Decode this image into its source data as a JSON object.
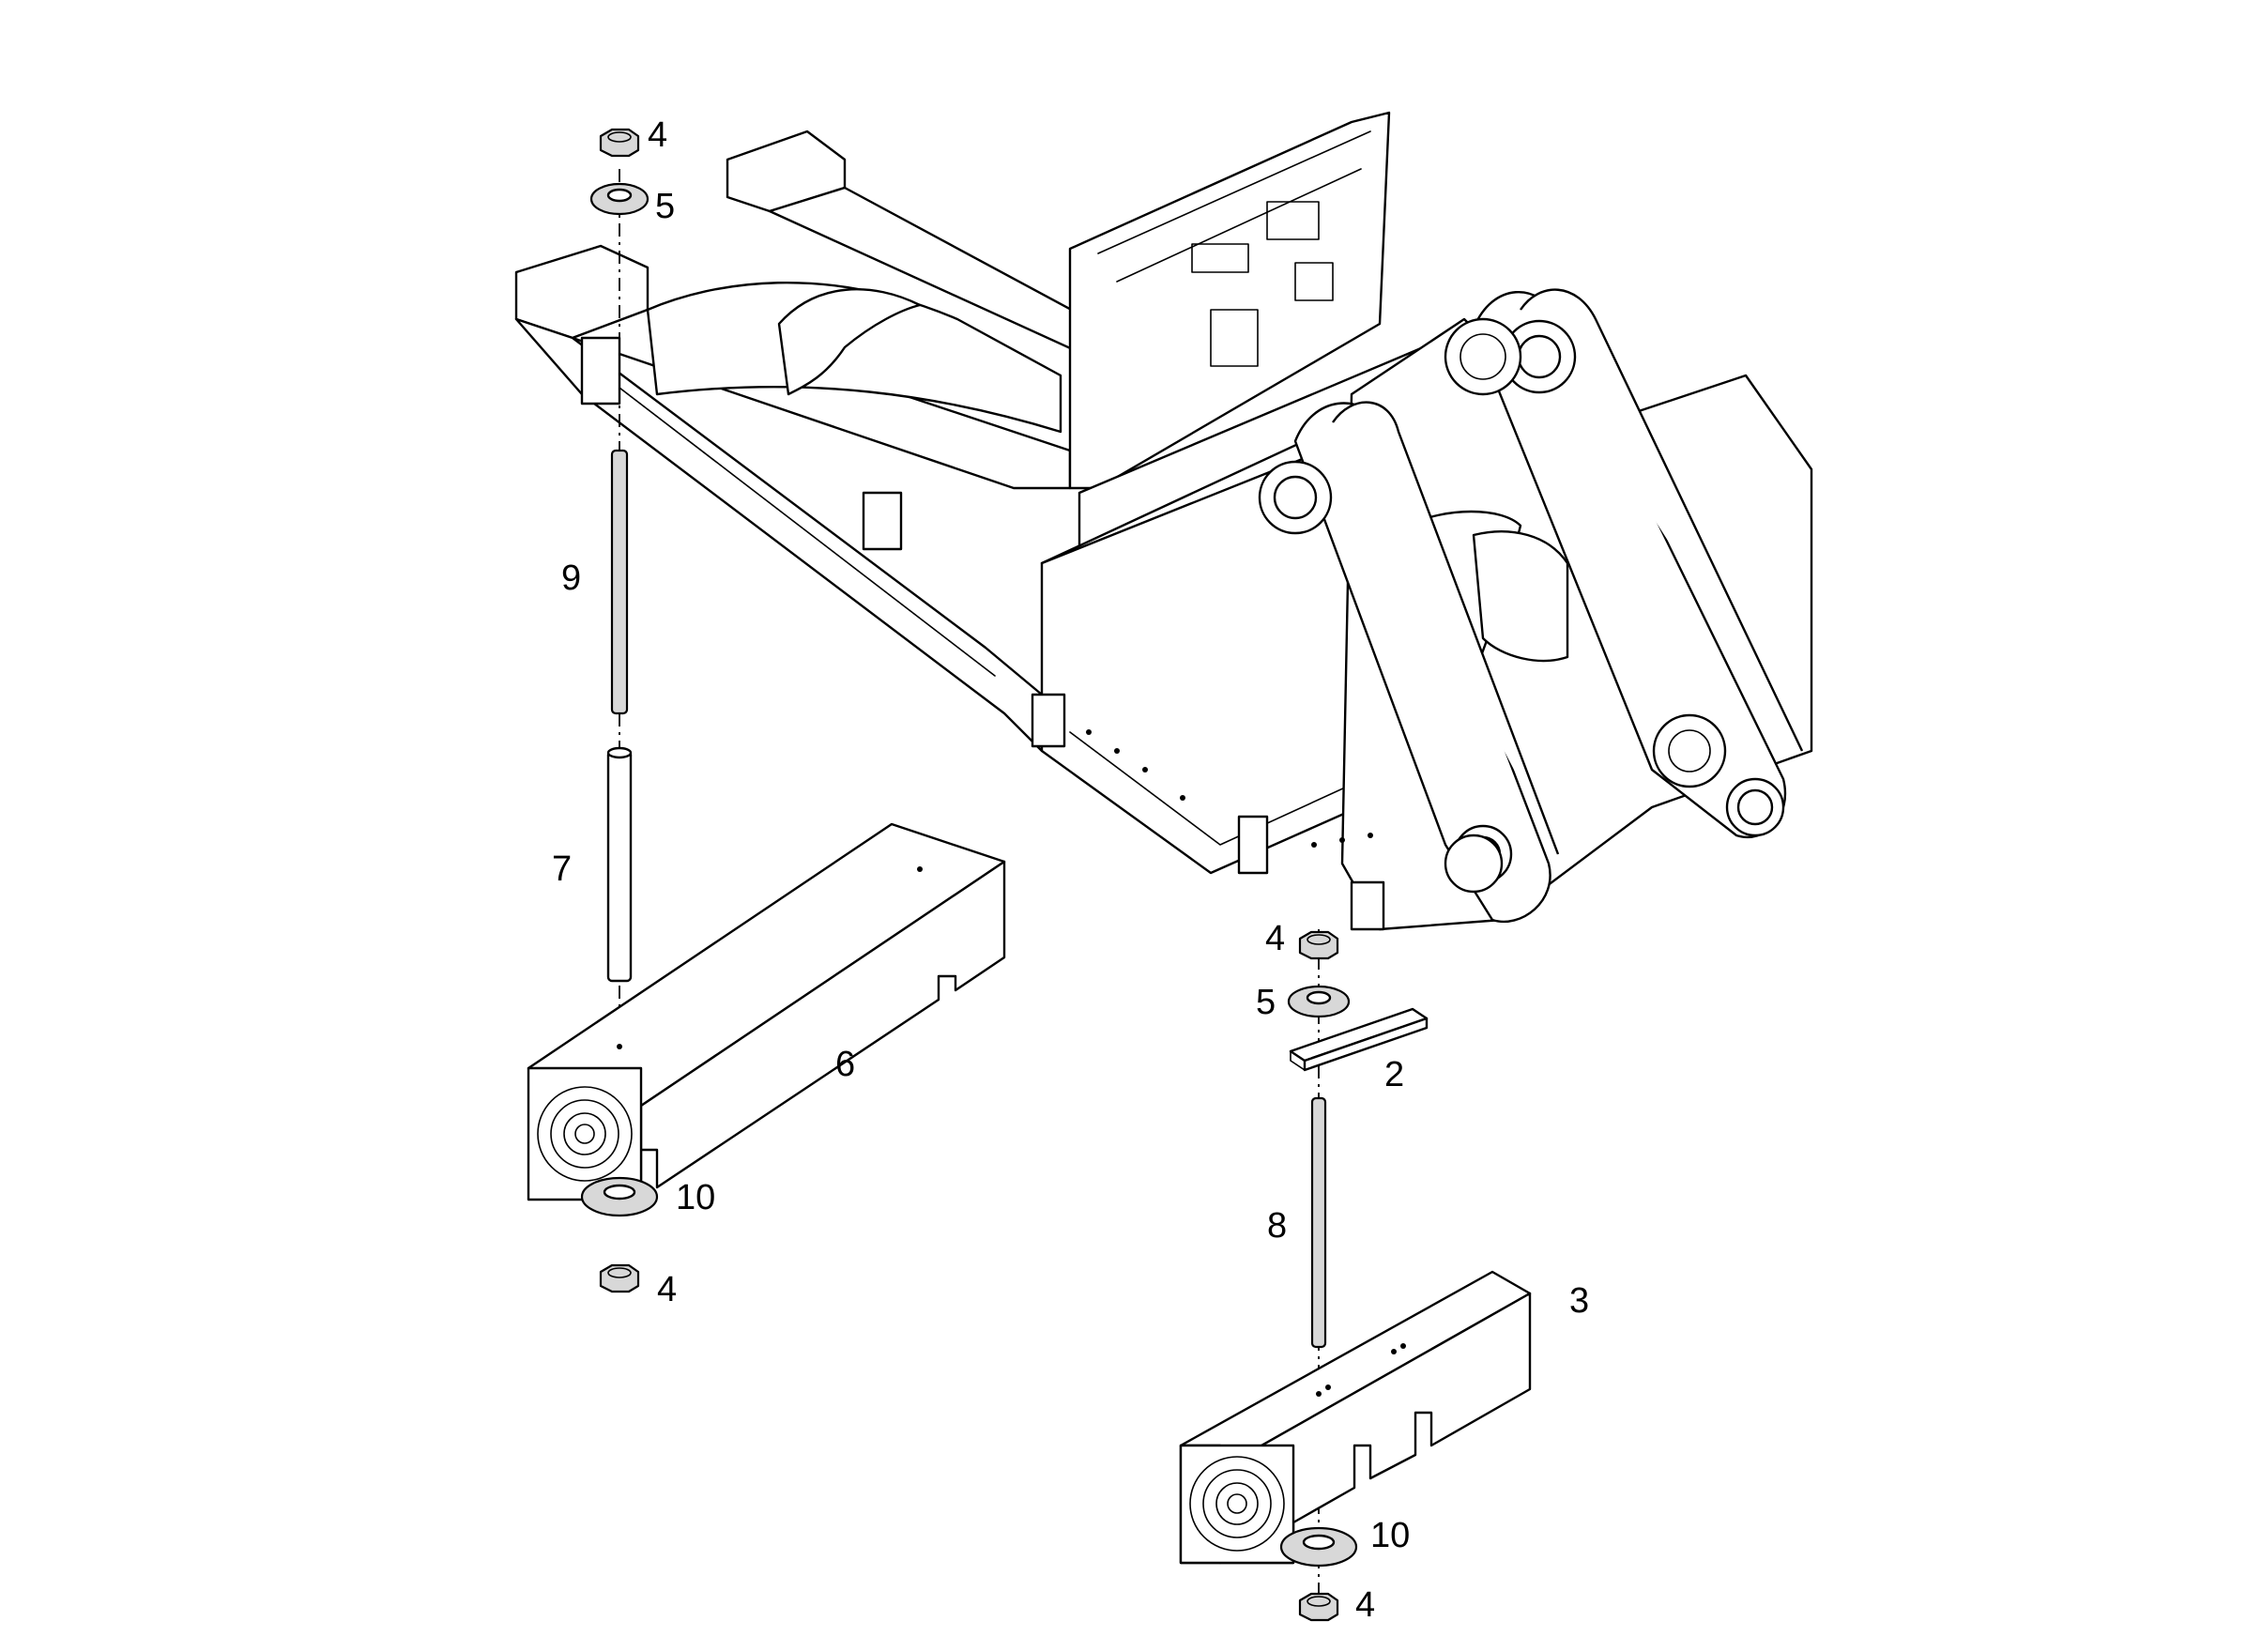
{
  "callouts": {
    "c4_top_left": "4",
    "c5_top_left": "5",
    "c9": "9",
    "c7": "7",
    "c6": "6",
    "c10_left": "10",
    "c4_bottom_left": "4",
    "c4_right": "4",
    "c5_right": "5",
    "c2": "2",
    "c8": "8",
    "c3": "3",
    "c10_right": "10",
    "c4_bottom_right": "4"
  }
}
